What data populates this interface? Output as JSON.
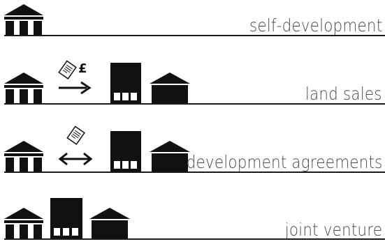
{
  "rows": [
    {
      "label": "self-development"
    },
    {
      "label": "land sales",
      "currency_symbol": "£"
    },
    {
      "label": "development agreements"
    },
    {
      "label": "joint venture"
    }
  ],
  "icons": {
    "civic": "civic-building-icon",
    "tower": "tower-block-icon",
    "house": "house-icon",
    "document": "document-icon",
    "arrow_right": "arrow-right-icon",
    "arrow_both": "double-arrow-icon"
  },
  "colors": {
    "ink": "#111111",
    "line": "#1a1a1a",
    "label": "#4a4a4a"
  }
}
